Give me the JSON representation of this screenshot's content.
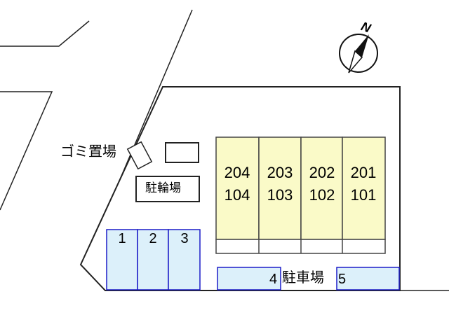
{
  "compass": {
    "north_label": "N"
  },
  "garbage": {
    "label": "ゴミ置場"
  },
  "bicycle_parking": {
    "label": "駐輪場"
  },
  "building": {
    "units": [
      {
        "upper": "204",
        "lower": "104"
      },
      {
        "upper": "203",
        "lower": "103"
      },
      {
        "upper": "202",
        "lower": "102"
      },
      {
        "upper": "201",
        "lower": "101"
      }
    ],
    "fill": "#fafac8"
  },
  "parking": {
    "label": "駐車場",
    "fill": "#dcf0fa",
    "border": "#1c1cc8",
    "spaces": [
      "1",
      "2",
      "3",
      "4",
      "5"
    ]
  }
}
